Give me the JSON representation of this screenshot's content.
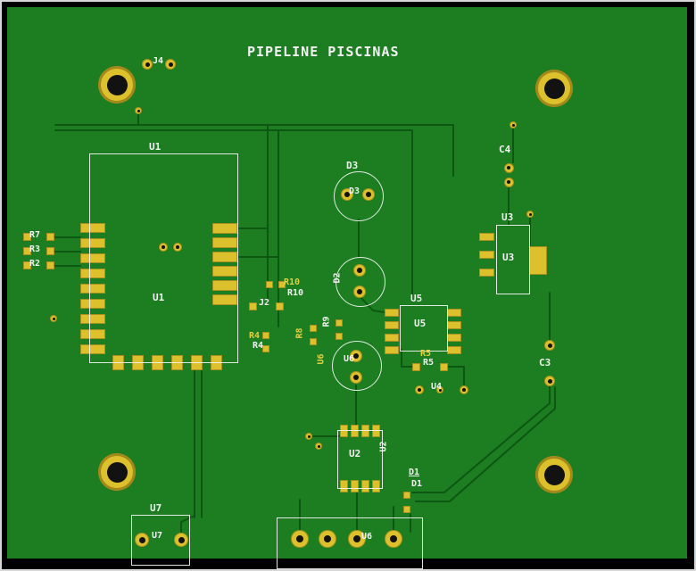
{
  "board_title": "PIPELINE PISCINAS",
  "colors": {
    "board": "#1c7d21",
    "trace": "#0d5713",
    "copper": "#dcc12c",
    "hole": "#121212",
    "silk": "#f2f2f2",
    "silk_alt": "#e3ce3f",
    "background": "#000000"
  },
  "components": {
    "u1": "U1",
    "u2": "U2",
    "u3": "U3",
    "u4": "U4",
    "u5": "U5",
    "u6": "U6",
    "u7": "U7",
    "d1": "D1",
    "d2": "D2",
    "d3": "D3",
    "r2": "R2",
    "r3": "R3",
    "r4": "R4",
    "r5": "R5",
    "r7": "R7",
    "r8": "R8",
    "r9": "R9",
    "r10": "R10",
    "c3": "C3",
    "c4": "C4",
    "j2": "J2",
    "j4": "J4",
    "bottom_connector": "U6"
  }
}
